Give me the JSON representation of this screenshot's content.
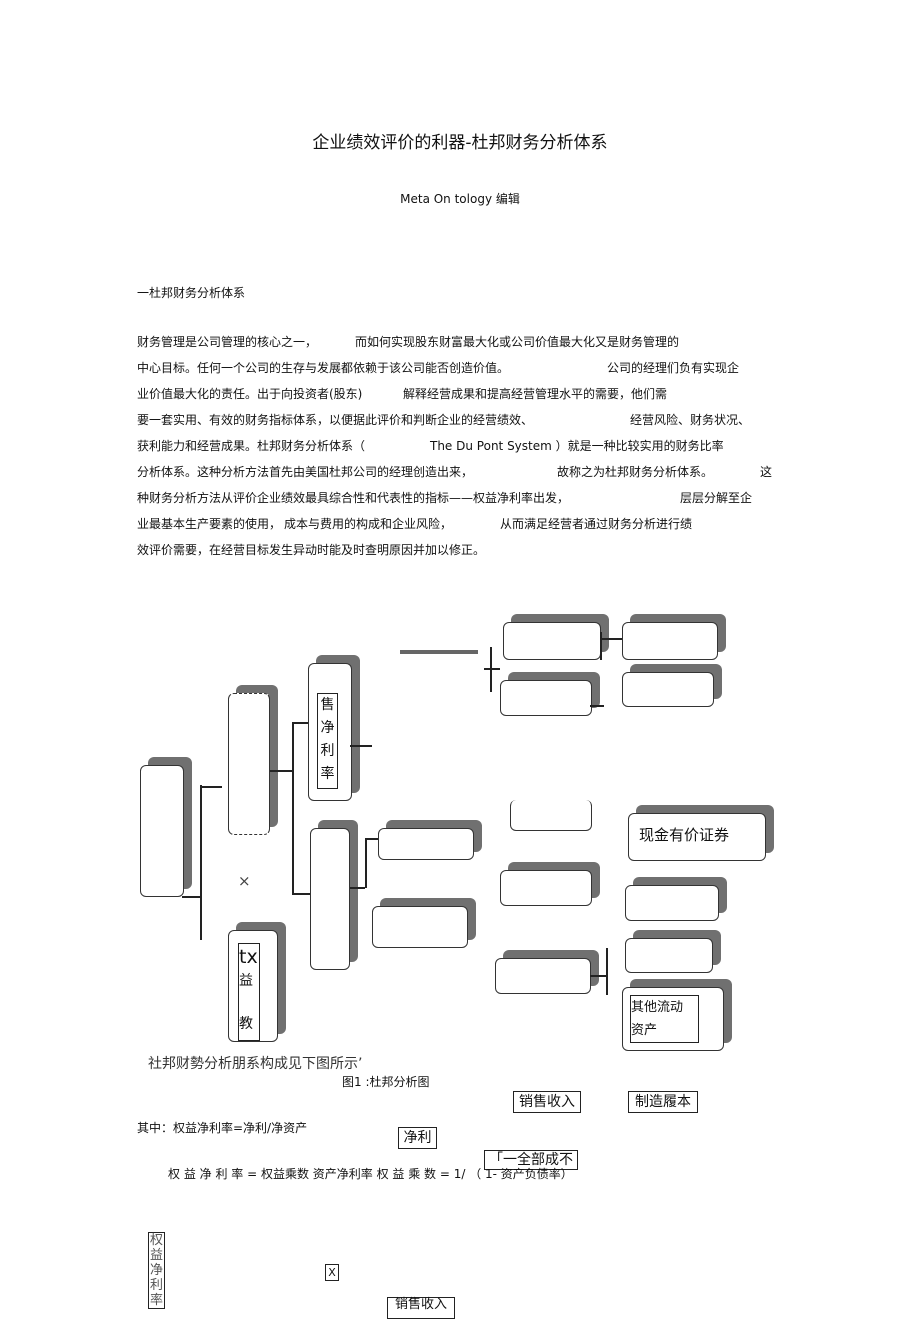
{
  "title": "企业绩效评价的利器-杜邦财务分析体系",
  "author": "Meta On tology 编辑",
  "section_heading": "一杜邦财务分析体系",
  "paragraph_lines": [
    [
      "财务管理是公司管理的核心之一，",
      "而如何实现股东财富最大化或公司价值最大化又是财务管理的"
    ],
    [
      "中心目标。任何一个公司的生存与发展都依赖于该公司能否创造价值。",
      "公司的经理们负有实现企"
    ],
    [
      "业价值最大化的责任。出于向投资者(股东)",
      "解释经营成果和提高经营管理水平的需要，他们需"
    ],
    [
      "要一套实用、有效的财务指标体系，以便据此评价和判断企业的经营绩效、",
      "经营风险、财务状况、"
    ],
    [
      "获利能力和经营成果。杜邦财务分析体系（",
      "The Du Pont System ）就是一种比较实用的财务比率"
    ],
    [
      "分析体系。这种分析方法首先由美国杜邦公司的经理创造出来，",
      "故称之为杜邦财务分析体系。",
      "这"
    ],
    [
      "种财务分析方法从评价企业绩效最具综合性和代表性的指标——权益净利率出发，",
      "层层分解至企"
    ],
    [
      "业最基本生产要素的使用，",
      "成本与费用的构成和企业风险，",
      "从而满足经营者通过财务分析进行绩"
    ],
    [
      "效评价需要，在经营目标发生异动时能及时查明原因并加以修正。"
    ]
  ],
  "diagram": {
    "sales_net_margin": "售净利率",
    "equity_multiplier_fragment": [
      "tx",
      "益",
      "教"
    ],
    "multiply_sign": "×",
    "cash_securities": "现金有价证券",
    "other_current_assets": [
      "其他流动",
      "资产"
    ]
  },
  "caption_intro": "社邦财勢分析朋系构成见下图所示’",
  "figure_caption": "图1 :杜邦分析图",
  "floating_labels": {
    "sales_revenue": "销售收入",
    "manufacturing_cost": "制造履本",
    "net_profit": "净利",
    "total_cost": "「一全部成不"
  },
  "formula_1": "其中：权益净利率=净利/净资产",
  "formula_2": "权 益 净 利 率 = 权益乘数 资产净利率 权 益 乘 数 = 1/ （ 1- 资产负债率）",
  "bottom_fragments": {
    "roe_vertical": "权益净利率",
    "times": "X",
    "sales_revenue_cut": "销售收入"
  }
}
